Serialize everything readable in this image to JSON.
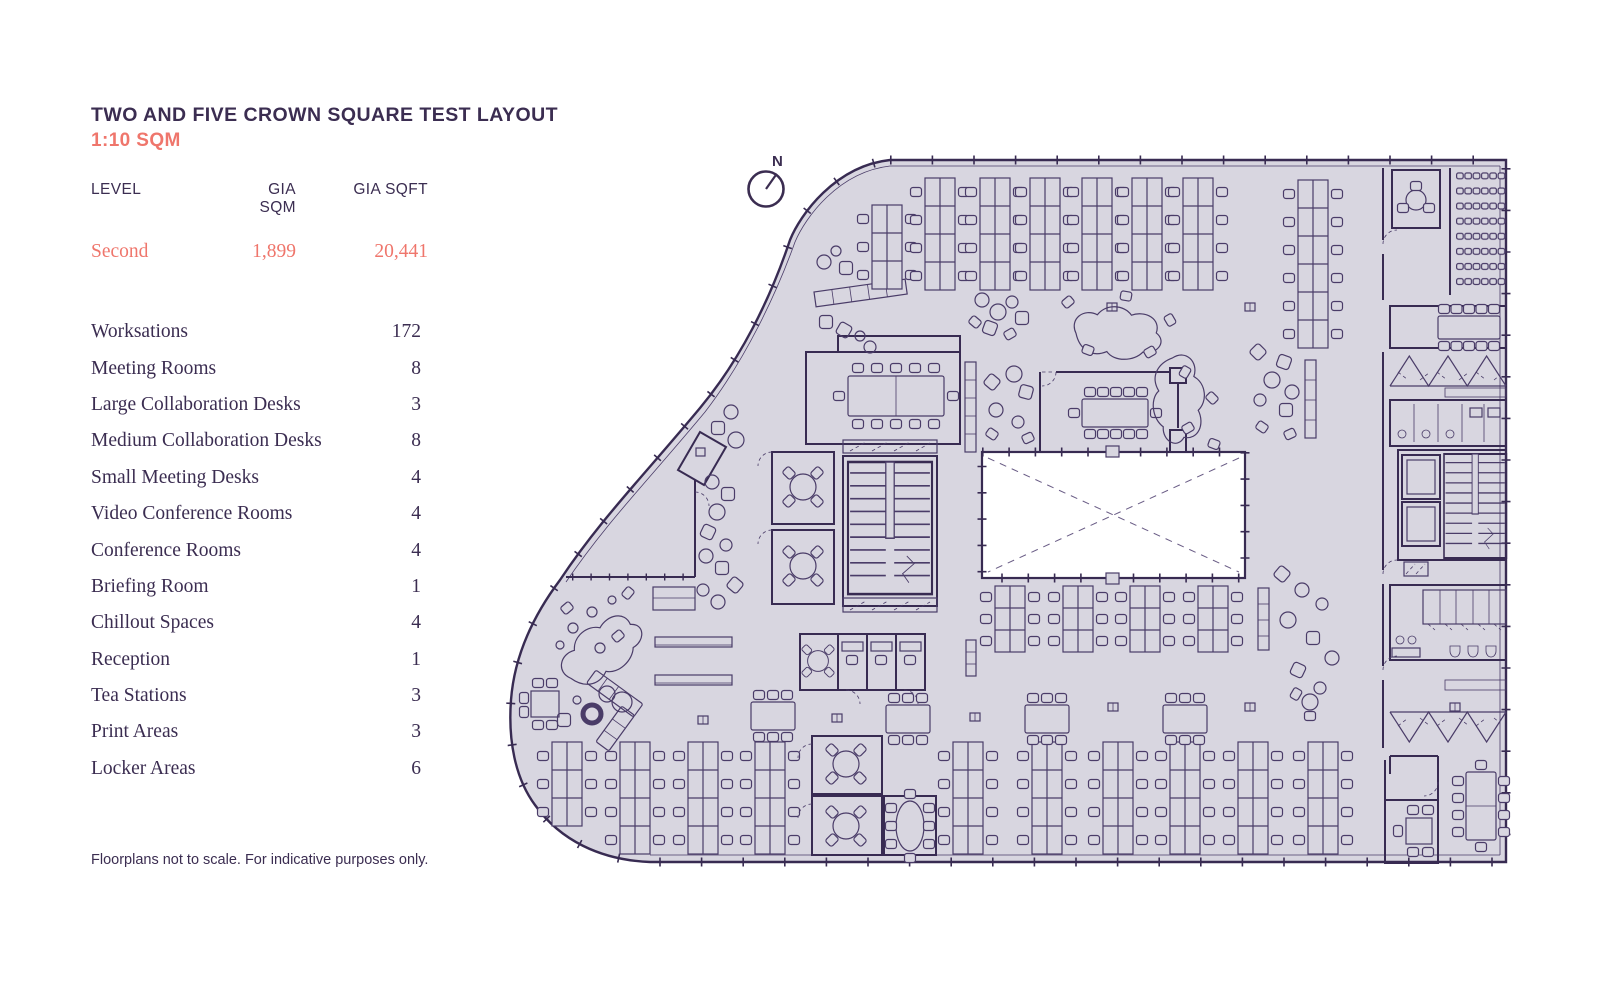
{
  "page": {
    "title": "TWO AND FIVE CROWN SQUARE TEST LAYOUT",
    "subtitle": "1:10 SQM"
  },
  "area_table": {
    "headers": [
      "LEVEL",
      "GIA SQM",
      "GIA SQFT"
    ],
    "row": {
      "level": "Second",
      "gia_sqm": "1,899",
      "gia_sqft": "20,441"
    }
  },
  "spaces": [
    {
      "label": "Worksations",
      "count": "172"
    },
    {
      "label": "Meeting Rooms",
      "count": "8"
    },
    {
      "label": "Large Collaboration Desks",
      "count": "3"
    },
    {
      "label": "Medium Collaboration Desks",
      "count": "8"
    },
    {
      "label": "Small Meeting Desks",
      "count": "4"
    },
    {
      "label": "Video Conference Rooms",
      "count": "4"
    },
    {
      "label": "Conference Rooms",
      "count": "4"
    },
    {
      "label": "Briefing Room",
      "count": "1"
    },
    {
      "label": "Chillout Spaces",
      "count": "4"
    },
    {
      "label": "Reception",
      "count": "1"
    },
    {
      "label": "Tea Stations",
      "count": "3"
    },
    {
      "label": "Print Areas",
      "count": "3"
    },
    {
      "label": "Locker Areas",
      "count": "6"
    }
  ],
  "footer": {
    "note": "Floorplans not to scale. For indicative purposes only."
  },
  "compass": {
    "label": "N"
  },
  "colors": {
    "accent": "#EF766C",
    "ink": "#3B2D51",
    "wall": "#382B52",
    "floor_fill": "#D8D6E0"
  }
}
